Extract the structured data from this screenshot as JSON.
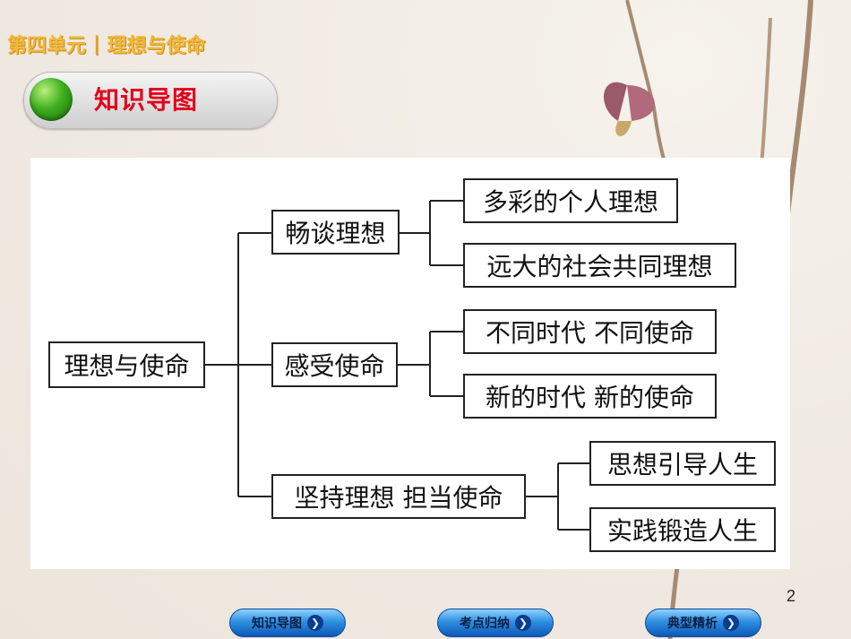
{
  "header": {
    "unit": "第四单元",
    "separator": "|",
    "topic": "理想与使命"
  },
  "section_pill": {
    "label": "知识导图"
  },
  "mindmap": {
    "root": "理想与使命",
    "branches": [
      {
        "label": "畅谈理想",
        "children": [
          "多彩的个人理想",
          "远大的社会共同理想"
        ]
      },
      {
        "label": "感受使命",
        "children": [
          "不同时代 不同使命",
          "新的时代 新的使命"
        ]
      },
      {
        "label": "坚持理想 担当使命",
        "children": [
          "思想引导人生",
          "实践锻造人生"
        ]
      }
    ]
  },
  "page_number": "2",
  "nav": {
    "items": [
      "知识导图",
      "考点归纳",
      "典型精析"
    ],
    "chevron": "❯"
  }
}
